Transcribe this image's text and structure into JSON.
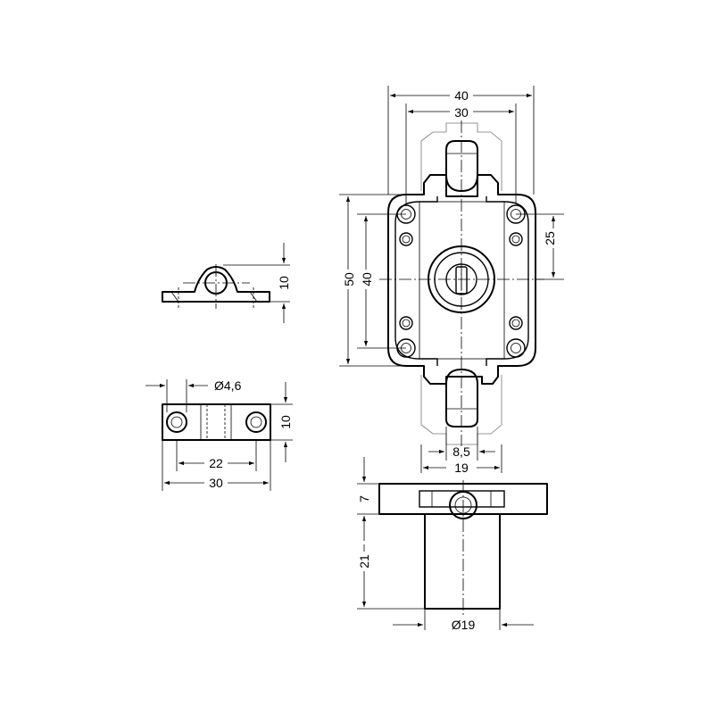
{
  "dimensions": {
    "lock_width_outer": "40",
    "lock_width_inner": "30",
    "lock_height_outer": "50",
    "lock_height_inner": "40",
    "lock_hole_spacing_right": "25",
    "bolt_width": "8,5",
    "cylinder_width": "19",
    "flange_height": "7",
    "cylinder_length": "21",
    "cylinder_diameter": "Ø19",
    "striker_side_height": "10",
    "striker_hole_diameter": "Ø4,6",
    "striker_top_height": "10",
    "striker_hole_spacing": "22",
    "striker_length": "30"
  }
}
